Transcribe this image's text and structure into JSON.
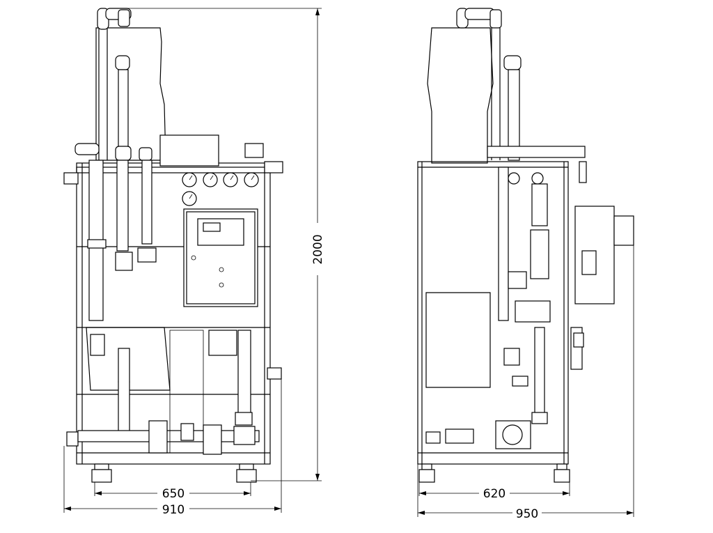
{
  "dimensions": {
    "height": "2000",
    "front_inner_width": "650",
    "front_outer_width": "910",
    "side_inner_width": "620",
    "side_outer_width": "950"
  },
  "views": [
    "front-view",
    "side-view"
  ]
}
